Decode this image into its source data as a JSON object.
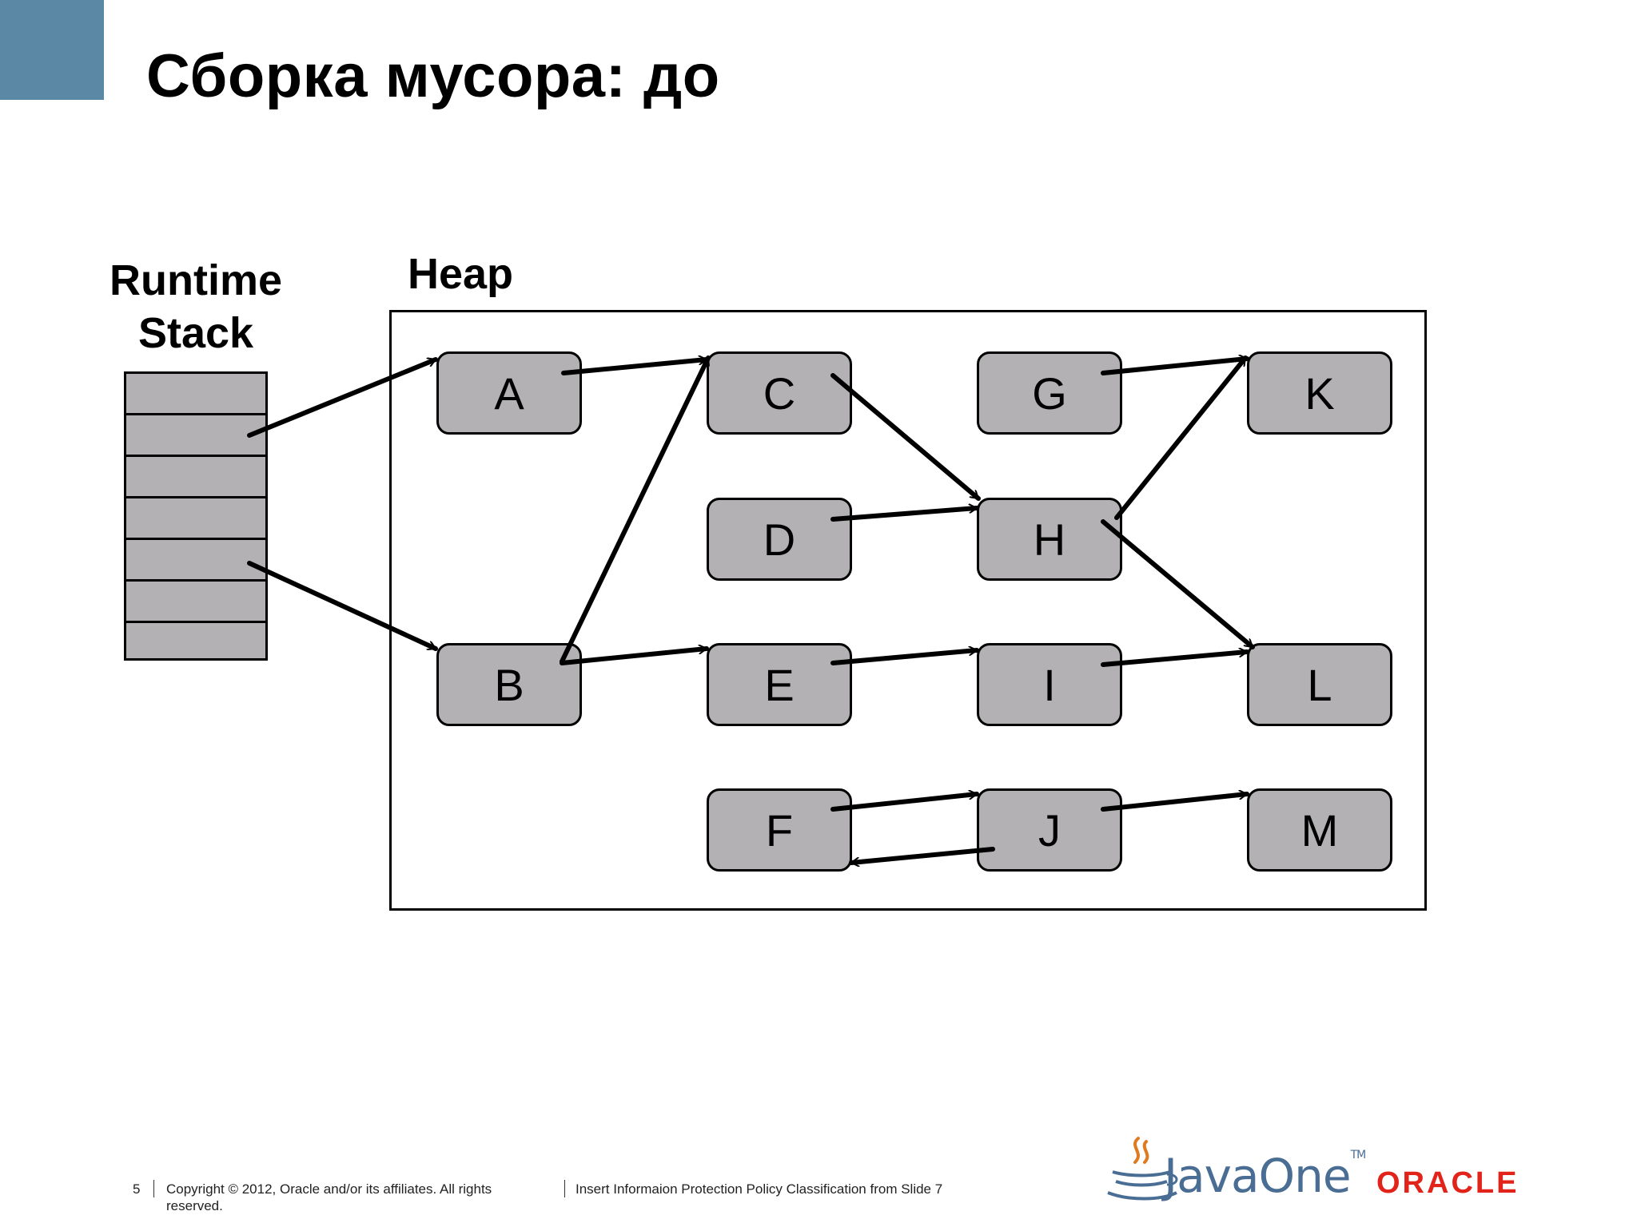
{
  "slide": {
    "title": "Сборка мусора: до",
    "stack_label_line1": "Runtime",
    "stack_label_line2": "Stack",
    "heap_label": "Heap"
  },
  "nodes": [
    "A",
    "B",
    "C",
    "D",
    "E",
    "F",
    "G",
    "H",
    "I",
    "J",
    "K",
    "L",
    "M"
  ],
  "edges": [
    [
      "stack-row-2",
      "A"
    ],
    [
      "stack-row-5",
      "B"
    ],
    [
      "A",
      "C"
    ],
    [
      "B",
      "C"
    ],
    [
      "B",
      "E"
    ],
    [
      "C",
      "H"
    ],
    [
      "D",
      "H"
    ],
    [
      "E",
      "I"
    ],
    [
      "I",
      "L"
    ],
    [
      "H",
      "K"
    ],
    [
      "H",
      "L"
    ],
    [
      "G",
      "K"
    ],
    [
      "F",
      "J"
    ],
    [
      "J",
      "F"
    ],
    [
      "J",
      "M"
    ]
  ],
  "footer": {
    "page": "5",
    "copyright": "Copyright © 2012, Oracle and/or its affiliates. All rights reserved.",
    "policy": "Insert Informaion Protection Policy Classification from Slide 7"
  },
  "logos": {
    "javaone": "JavaOne",
    "javaone_tm": "TM",
    "oracle": "ORACLE",
    "icons": [
      "java-cup-icon"
    ]
  },
  "colors": {
    "accent_corner": "#5b88a5",
    "node_fill": "#b3b1b4",
    "oracle_red": "#e2231a",
    "javaone_blue": "#4a6d94"
  }
}
